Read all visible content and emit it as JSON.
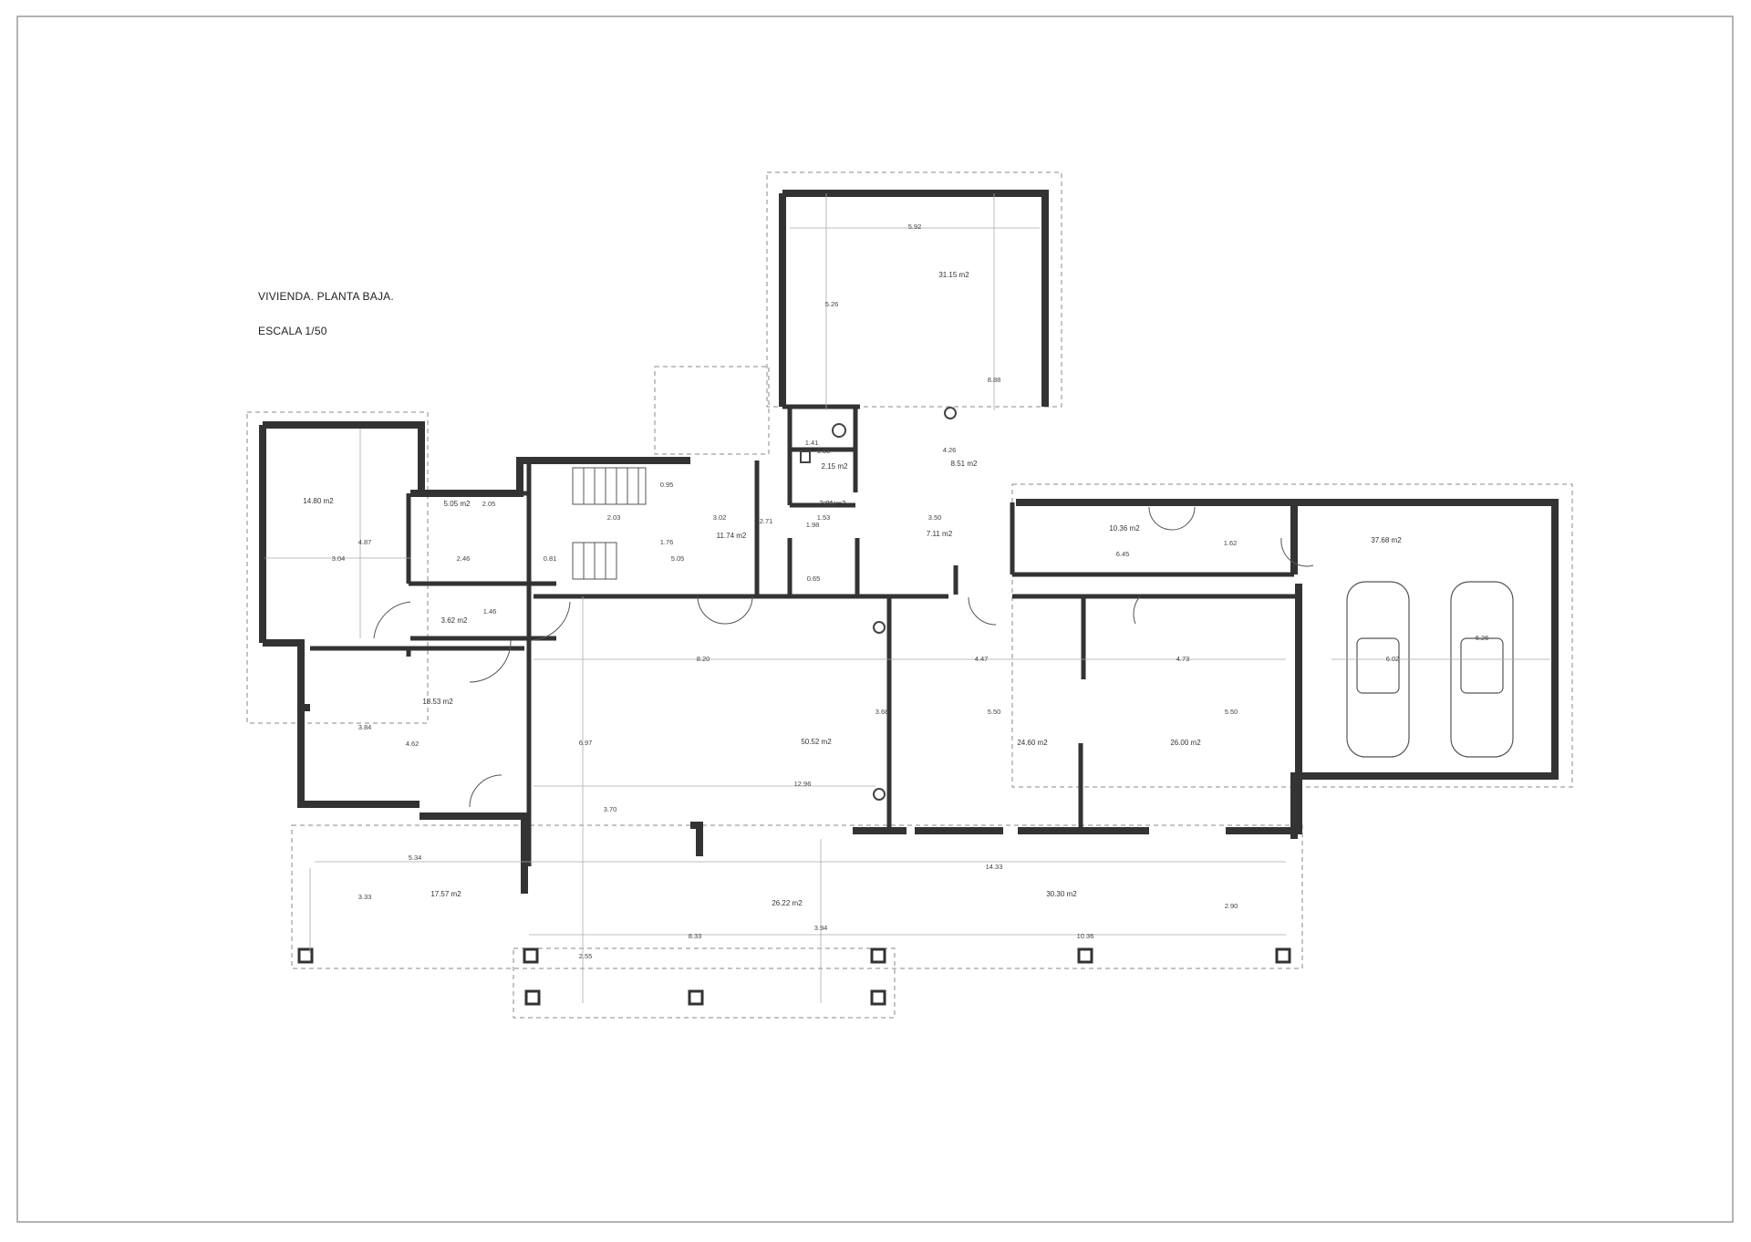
{
  "drawing": {
    "title": "VIVIENDA. PLANTA BAJA.",
    "scale": "ESCALA 1/50"
  },
  "rooms": [
    {
      "area": "31.15 m2"
    },
    {
      "area": "8.51 m2"
    },
    {
      "area": "2.15 m2"
    },
    {
      "area": "3.81 m2"
    },
    {
      "area": "7.11 m2"
    },
    {
      "area": "10.36 m2"
    },
    {
      "area": "37.68 m2"
    },
    {
      "area": "14.80 m2"
    },
    {
      "area": "5.05 m2"
    },
    {
      "area": "11.74 m2"
    },
    {
      "area": "3.62 m2"
    },
    {
      "area": "18.53 m2"
    },
    {
      "area": "50.52 m2"
    },
    {
      "area": "24.60 m2"
    },
    {
      "area": "26.00 m2"
    },
    {
      "area": "17.57 m2"
    },
    {
      "area": "26.22 m2"
    },
    {
      "area": "30.30 m2"
    }
  ],
  "dimensions": [
    "5.92",
    "5.26",
    "8.88",
    "4.26",
    "1.41",
    "1.53",
    "0.95",
    "3.81",
    "1.53",
    "1.98",
    "3.50",
    "2.03",
    "3.02",
    "2.71",
    "1.76",
    "5.05",
    "0.81",
    "2.46",
    "2.05",
    "0.65",
    "4.87",
    "3.04",
    "6.45",
    "1.62",
    "6.02",
    "6.26",
    "1.46",
    "8.20",
    "4.47",
    "4.73",
    "5.50",
    "5.50",
    "3.68",
    "6.97",
    "3.84",
    "4.62",
    "12.96",
    "3.70",
    "5.34",
    "14.33",
    "3.33",
    "3.94",
    "2.90",
    "8.33",
    "10.36",
    "2.55"
  ]
}
